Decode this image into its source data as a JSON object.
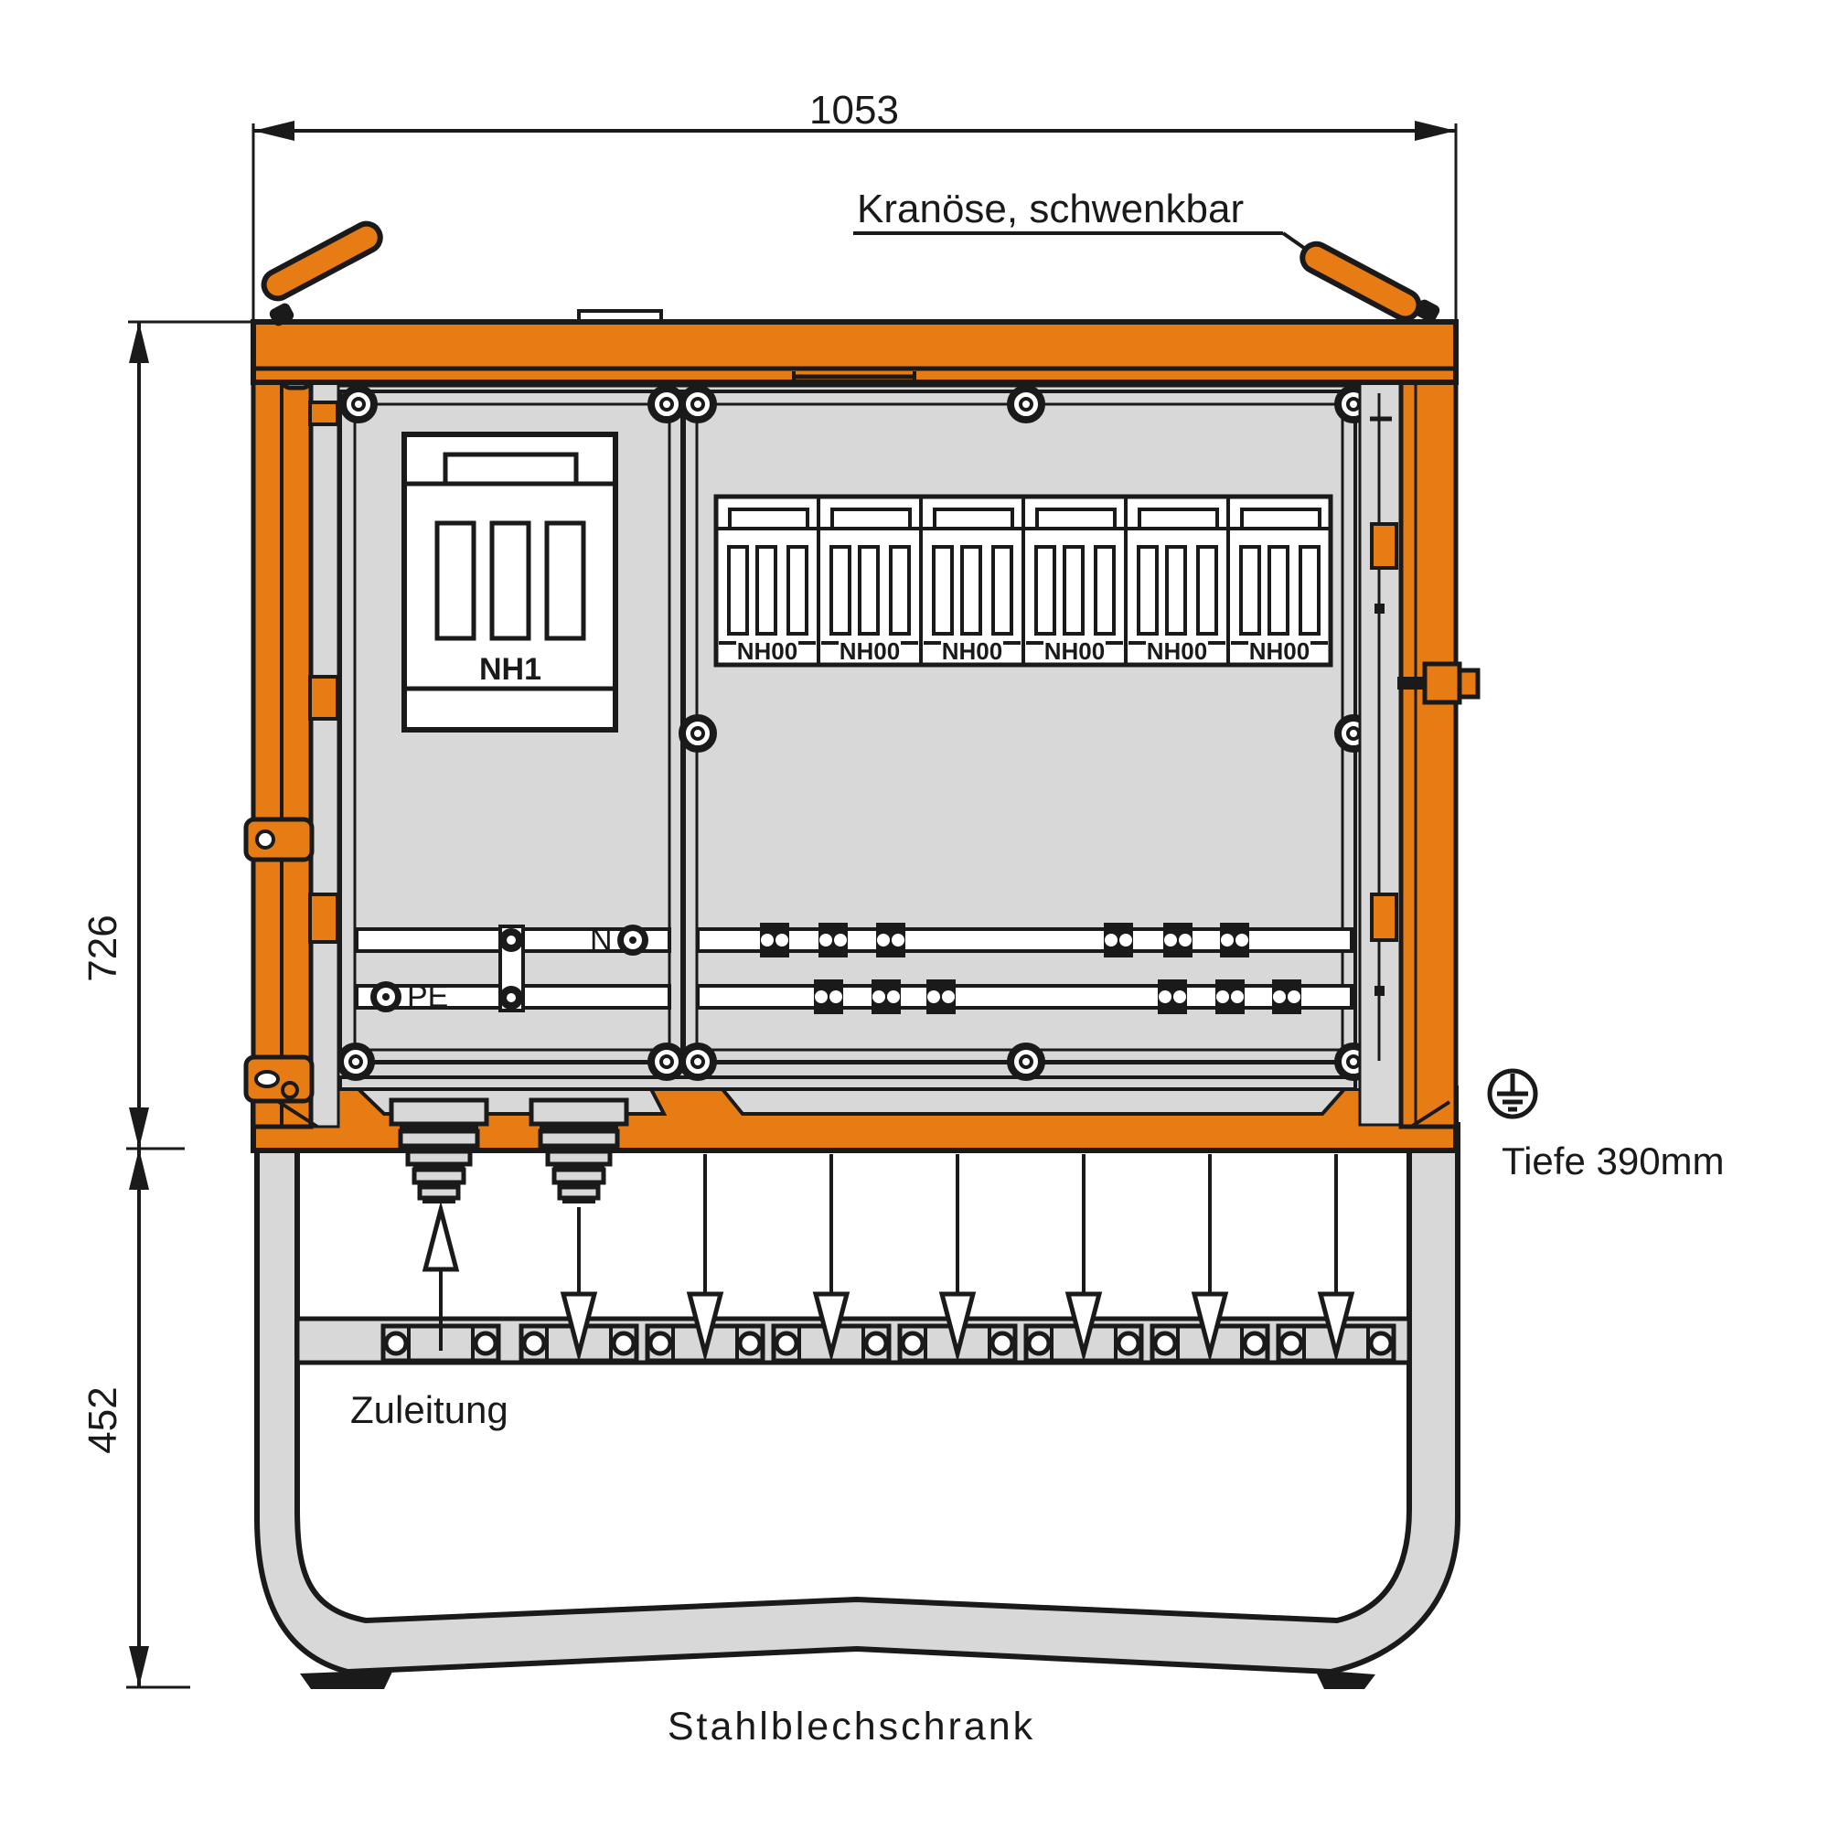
{
  "drawing": {
    "title": "Stahlblechschrank",
    "dimensions": {
      "width_mm": "1053",
      "height_mm": "726",
      "base_height_mm": "452",
      "depth_label": "Tiefe 390mm"
    },
    "labels": {
      "crane_eye": "Kranöse, schwenkbar",
      "supply": "Zuleitung"
    },
    "fuse_switch": {
      "label": "NH1"
    },
    "fuse_strips": [
      "NH00",
      "NH00",
      "NH00",
      "NH00",
      "NH00",
      "NH00"
    ],
    "busbars": {
      "neutral": "N",
      "earth": "PE"
    },
    "colors": {
      "orange": "#e87c14",
      "gray": "#d8d8d8",
      "line": "#1a1a1a",
      "white": "#ffffff"
    }
  }
}
